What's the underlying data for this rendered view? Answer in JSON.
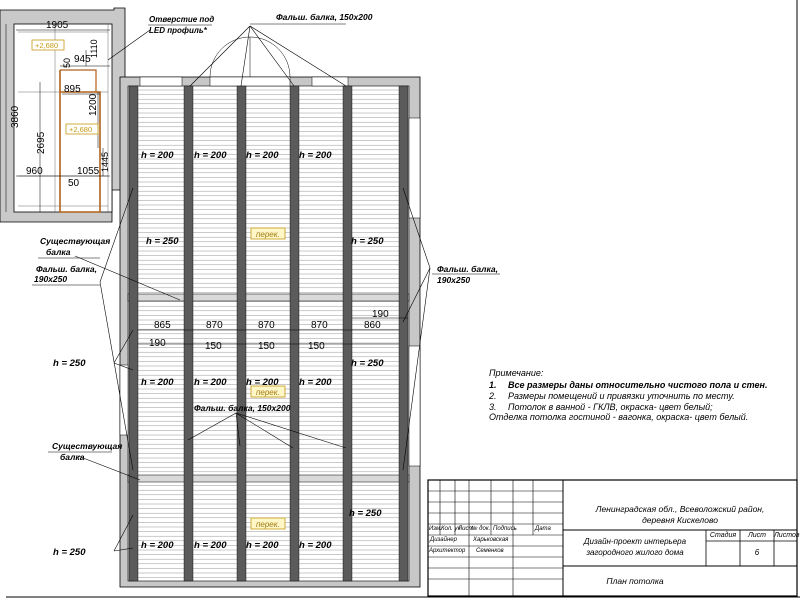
{
  "callouts": {
    "led_opening": [
      "Отверстие под",
      "LED профиль*"
    ],
    "false_beam_top": "Фальш. балка, 150x200",
    "false_beam_mid": "Фальш. балка, 150x200",
    "false_beam_left": [
      "Фальш. балка,",
      "190x250"
    ],
    "false_beam_right": [
      "Фальш. балка,",
      "190x250"
    ],
    "existing_beam_1": [
      "Существующая",
      "балка"
    ],
    "existing_beam_2": [
      "Существующая",
      "балка"
    ]
  },
  "dimensions": {
    "d1905": "1905",
    "d3860": "3860",
    "d1110": "1110",
    "d945": "945",
    "d50a": "50",
    "d895": "895",
    "d1200": "1200",
    "d2695": "2695",
    "d1445": "1445",
    "d960": "960",
    "d1055": "1055",
    "d50b": "50",
    "d865": "865",
    "d870a": "870",
    "d870b": "870",
    "d870c": "870",
    "d860": "860",
    "d190a": "190",
    "d190b": "190",
    "d150a": "150",
    "d150b": "150",
    "d150c": "150"
  },
  "levels": {
    "lv1": "+2,680",
    "lv2": "+2,680"
  },
  "heights": {
    "h200": "h = 200",
    "h250": "h = 250"
  },
  "slab_label": "перек.",
  "notes": {
    "title": "Примечание:",
    "n1_num": "1.",
    "n1": "Все размеры даны относительно чистого пола и стен.",
    "n2_num": "2.",
    "n2": "Размеры помещений и привязки уточнить по месту.",
    "n3_num": "3.",
    "n3": "Потолок в ванной - ГКЛВ, окраска- цвет белый;",
    "n4": "Отделка потолка гостиной - вагонка, окраска- цвет белый."
  },
  "title_block": {
    "address": [
      "Ленинградская обл.,  Всеволожский район,",
      "деревня Кискелово"
    ],
    "project": [
      "Дизайн-проект интерьера",
      "загородного жилого дома"
    ],
    "sheet_name": "План потолка",
    "col_headers": [
      "Изм.",
      "Кол. уч",
      "Лист",
      "№ док.",
      "Подпись",
      "Дата"
    ],
    "role1": "Дизайнер",
    "name1": "Харьковская",
    "role2": "Архитектор",
    "name2": "Семенков",
    "stage_label": "Стадия",
    "sheet_label": "Лист",
    "sheets_label": "Листов",
    "sheet_no": "6"
  }
}
